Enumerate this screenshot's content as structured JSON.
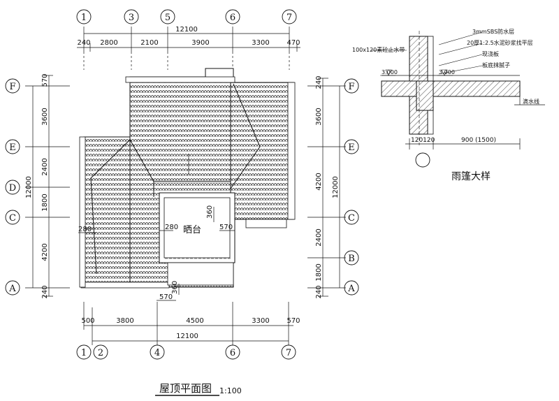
{
  "plan_title": "屋顶平面图",
  "plan_scale": "1:100",
  "terrace_label": "晒台",
  "detail_title": "雨篷大样",
  "grid_top": [
    "1",
    "3",
    "5",
    "6",
    "7"
  ],
  "grid_bottom": [
    "1",
    "2",
    "4",
    "6",
    "7"
  ],
  "grid_left": [
    "F",
    "E",
    "D",
    "C",
    "A"
  ],
  "grid_right": [
    "F",
    "E",
    "C",
    "B",
    "A"
  ],
  "dims_top": {
    "overall": "12100",
    "segments": [
      "240",
      "2800",
      "2100",
      "3900",
      "3300",
      "470"
    ]
  },
  "dims_bottom": {
    "overall": "12100",
    "segments": [
      "500",
      "3800",
      "4500",
      "3300",
      "570"
    ]
  },
  "dims_left": {
    "overall": "12000",
    "segments": [
      "570",
      "3600",
      "2400",
      "1800",
      "4200",
      "240"
    ]
  },
  "dims_right": {
    "overall": "12000",
    "segments": [
      "240",
      "3600",
      "4200",
      "2400",
      "1800",
      "240"
    ]
  },
  "plan_dims": {
    "d280_left": "280",
    "d280_right": "280",
    "d360": "360",
    "d570_terrace": "570",
    "d570_bottom": "570",
    "d360_bottom": "360"
  },
  "detail": {
    "notes": [
      "3mmSBS防水层",
      "20厚1:2.5水泥砂浆找平层",
      "现浇板",
      "板底抹腻子"
    ],
    "left_note": "100x120素砼止水带",
    "elev_left": "3.000",
    "elev_right": "3.000",
    "drip_label": "滴水线",
    "dim_wall": "120120",
    "dim_canopy": "900 (1500)"
  }
}
